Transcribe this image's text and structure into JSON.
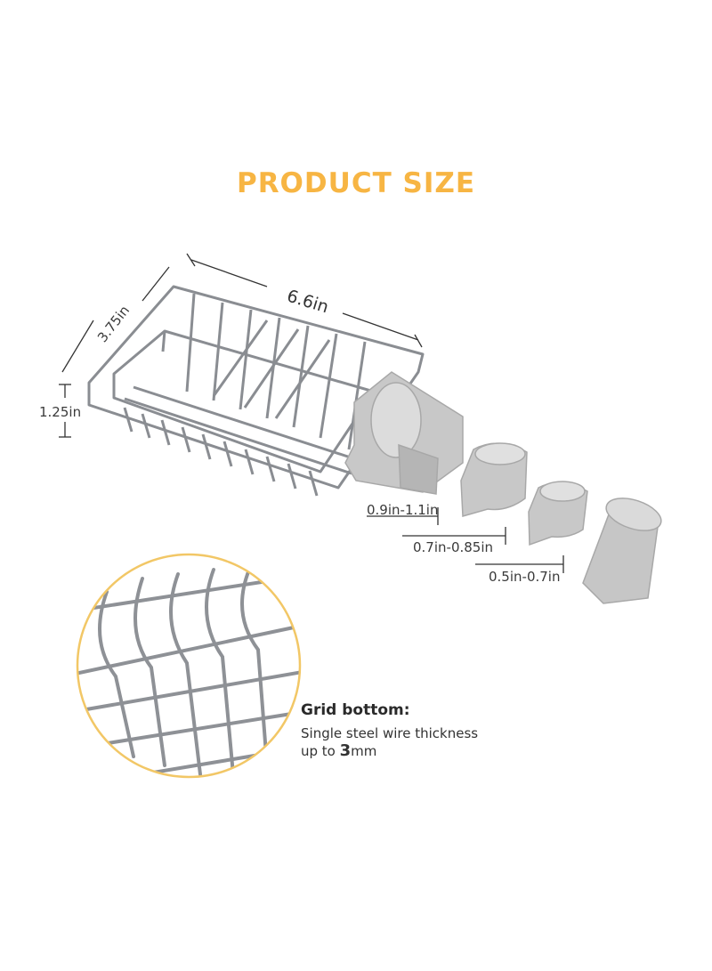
{
  "title": "PRODUCT SIZE",
  "colors": {
    "accent": "#f7b543",
    "circle_border": "#f2c766",
    "steel": "#8a8d92",
    "plastic": "#c8c8c8"
  },
  "dimensions": {
    "length": "6.6in",
    "width": "3.75in",
    "height": "1.25in",
    "clip_large": "0.9in-1.1in",
    "clip_medium": "0.7in-0.85in",
    "clip_small": "0.5in-0.7in"
  },
  "grid_info": {
    "heading": "Grid bottom:",
    "line1": "Single steel wire thickness",
    "line2_prefix": "up to ",
    "line2_value": "3",
    "line2_unit": "mm"
  }
}
